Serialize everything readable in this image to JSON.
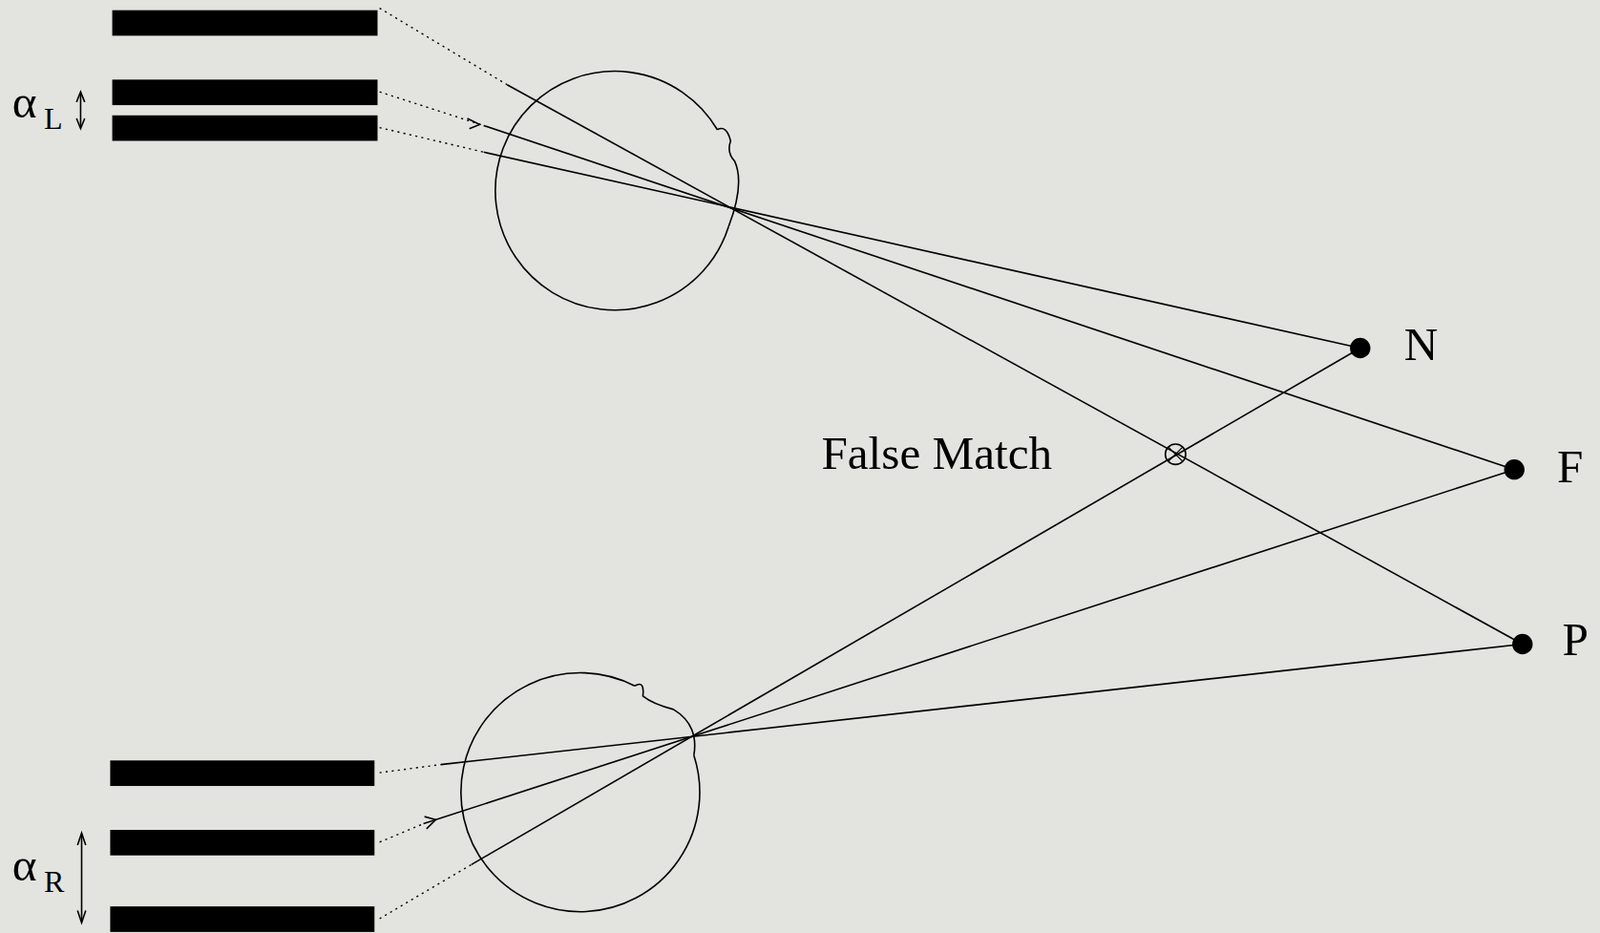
{
  "diagram": {
    "labels": [
      "α",
      "L",
      "α",
      "R",
      "False Match",
      "N",
      "F",
      "P"
    ]
  }
}
